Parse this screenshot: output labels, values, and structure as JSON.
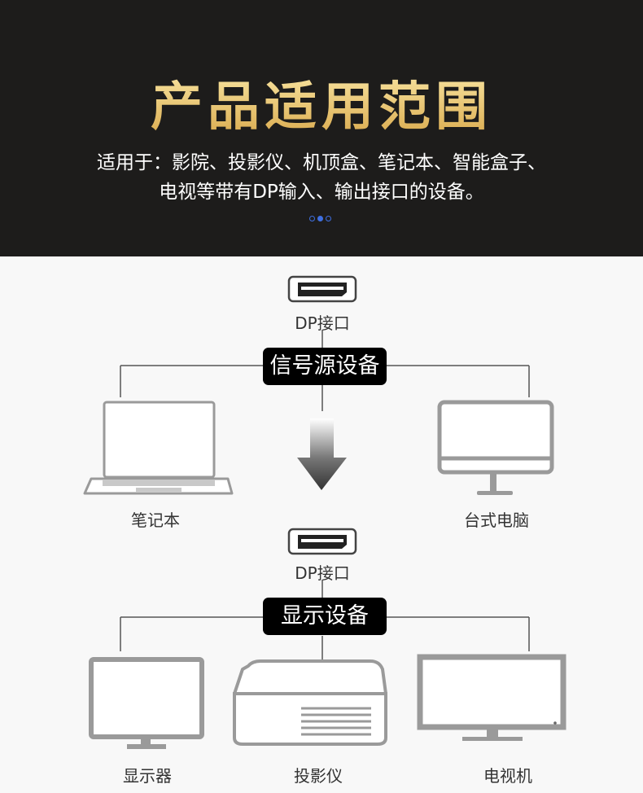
{
  "header": {
    "title": "产品适用范围",
    "desc_line1": "适用于：影院、投影仪、机顶盒、笔记本、智能盒子、",
    "desc_line2": "电视等带有DP输入、输出接口的设备。"
  },
  "source": {
    "port_label": "DP接口",
    "group_label": "信号源设备",
    "devices": [
      "笔记本",
      "台式电脑"
    ]
  },
  "display": {
    "port_label": "DP接口",
    "group_label": "显示设备",
    "devices": [
      "显示器",
      "投影仪",
      "电视机"
    ]
  },
  "colors": {
    "gold": "#f3d27a",
    "dark": "#1d1c1b",
    "device_gray": "#9a9a9a",
    "dot_blue": "#3f6fe0"
  }
}
